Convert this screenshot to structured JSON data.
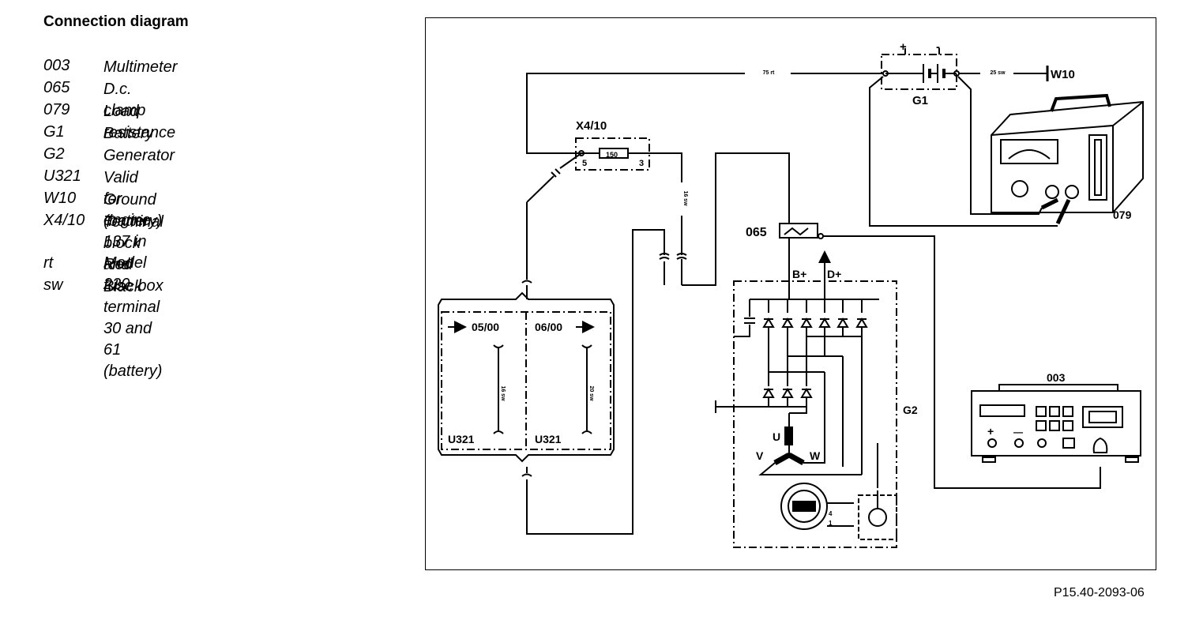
{
  "title": "Connection diagram",
  "legend": [
    {
      "code": "003",
      "desc": "Multimeter"
    },
    {
      "code": "065",
      "desc": "D.c. clamp"
    },
    {
      "code": "079",
      "desc": "Load resistance"
    },
    {
      "code": "G1",
      "desc": "Battery"
    },
    {
      "code": "G2",
      "desc": "Generator"
    },
    {
      "code": "U321",
      "desc": "Valid for engine 137 in Model 220"
    },
    {
      "code": "W10",
      "desc": "Ground (battery)"
    },
    {
      "code": "X4/10",
      "desc": "Terminal block and fuse box\nterminal 30 and 61 (battery)"
    },
    {
      "code": "rt",
      "desc": "Red"
    },
    {
      "code": "sw",
      "desc": "Black"
    }
  ],
  "diagram": {
    "labels": {
      "x4_10": "X4/10",
      "fuse_value": "150",
      "term_5": "5",
      "term_3": "3",
      "g1": "G1",
      "plus": "+",
      "minus": "-",
      "w10": "W10",
      "wire_75rt": "75 rt",
      "wire_25sw": "25 sw",
      "wire_16sw": "16 sw",
      "c079": "079",
      "c065": "065",
      "c003": "003",
      "b_plus": "B+",
      "d_plus": "D+",
      "g2": "G2",
      "u": "U",
      "v": "V",
      "w": "W",
      "u321_left": "U321",
      "u321_right": "U321",
      "date_left": "05/00",
      "date_right": "06/00",
      "wire_16sw_b": "16 sw",
      "wire_20sw": "20 sw",
      "mm_plus": "+",
      "mm_minus": "—",
      "reg_4": "4",
      "reg_1": "1"
    }
  },
  "reference": "P15.40-2093-06"
}
